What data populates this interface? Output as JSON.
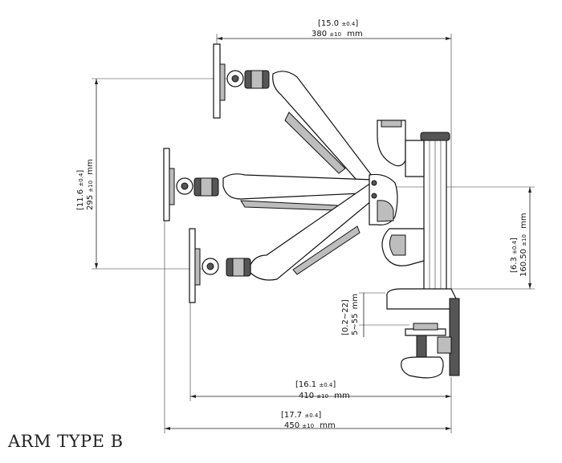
{
  "dimensions": {
    "top_width": {
      "inch": "15.0",
      "inch_tol": "±0.4",
      "mm": "380",
      "mm_tol": "±10",
      "unit": "mm"
    },
    "left_height": {
      "inch": "11.6",
      "inch_tol": "±0.4",
      "mm": "295",
      "mm_tol": "±10",
      "unit": "mm"
    },
    "right_height": {
      "inch": "6.3",
      "inch_tol": "±0.4",
      "mm": "160.50",
      "mm_tol": "±10",
      "unit": "mm"
    },
    "clamp_range": {
      "inch": "0.2~22",
      "mm": "5~55",
      "unit": "mm"
    },
    "mid_width": {
      "inch": "16.1",
      "inch_tol": "±0.4",
      "mm": "410",
      "mm_tol": "±10",
      "unit": "mm"
    },
    "bottom_width": {
      "inch": "17.7",
      "inch_tol": "±0.4",
      "mm": "450",
      "mm_tol": "±10",
      "unit": "mm"
    }
  },
  "caption": "ARM TYPE B"
}
